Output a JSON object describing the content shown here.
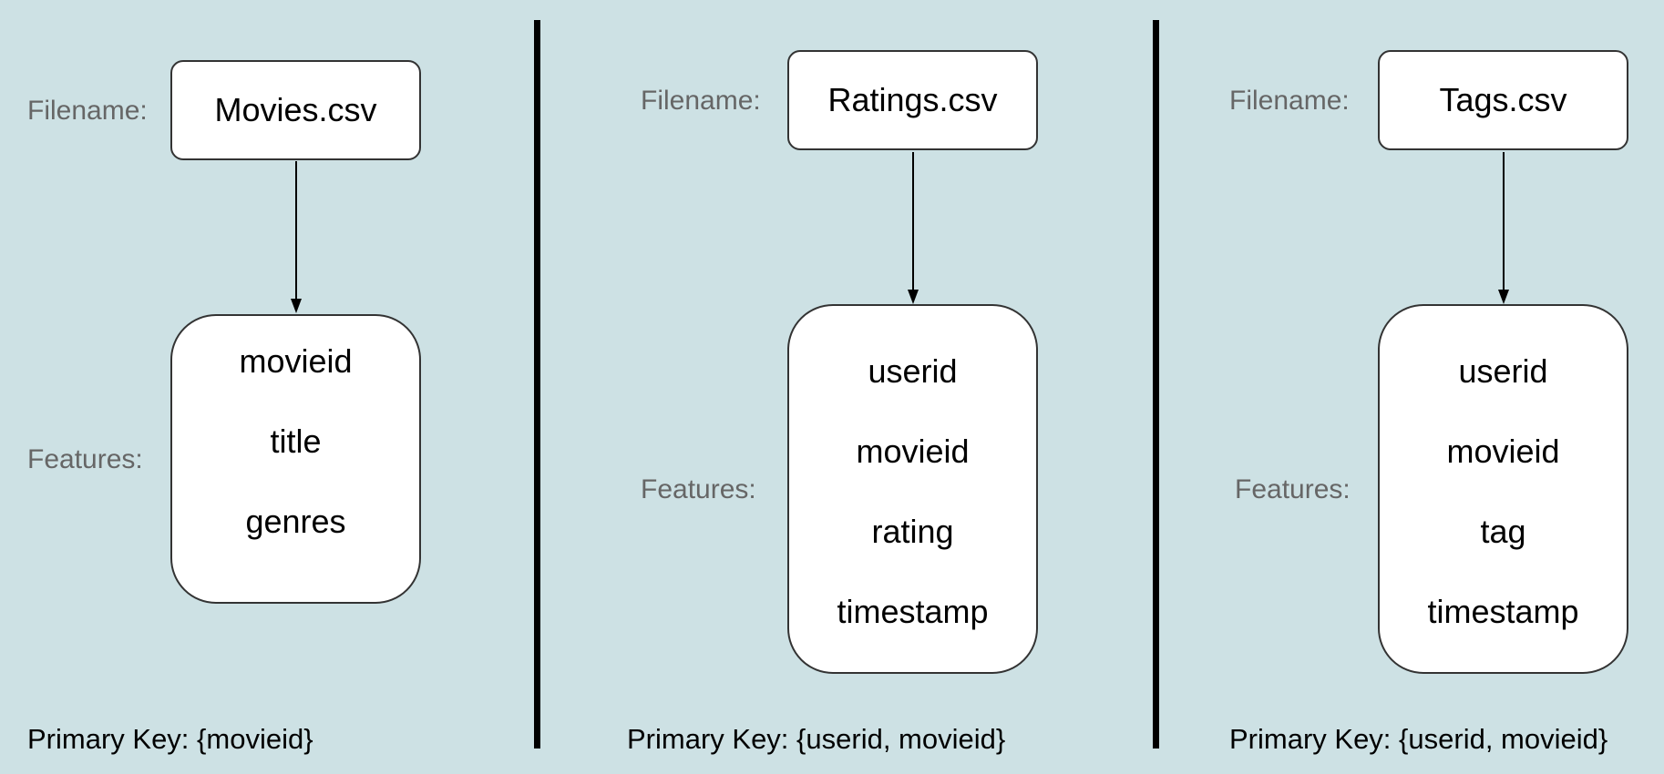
{
  "labels": {
    "filename": "Filename:",
    "features": "Features:"
  },
  "panels": [
    {
      "file": "Movies.csv",
      "features": [
        "movieid",
        "title",
        "genres"
      ],
      "primary_key": "Primary Key: {movieid}"
    },
    {
      "file": "Ratings.csv",
      "features": [
        "userid",
        "movieid",
        "rating",
        "timestamp"
      ],
      "primary_key": "Primary Key: {userid, movieid}"
    },
    {
      "file": "Tags.csv",
      "features": [
        "userid",
        "movieid",
        "tag",
        "timestamp"
      ],
      "primary_key": "Primary Key: {userid, movieid}"
    }
  ],
  "colors": {
    "background": "#cde1e4",
    "box_fill": "#ffffff",
    "box_border": "#333333",
    "label_text": "#666666",
    "divider": "#000000"
  }
}
